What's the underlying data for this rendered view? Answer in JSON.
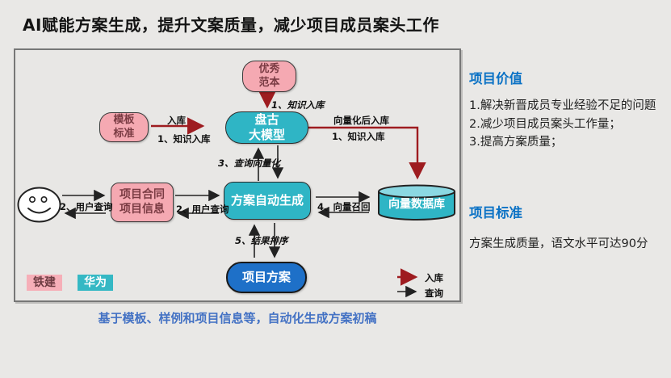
{
  "slide": {
    "title": "AI赋能方案生成，提升文案质量，减少项目成员案头工作"
  },
  "diagram": {
    "nodes": {
      "excellent_sample": [
        "优秀",
        "范本"
      ],
      "template_standard": [
        "模板",
        "标准"
      ],
      "pangu_model": [
        "盘古",
        "大模型"
      ],
      "project_info": [
        "项目合同",
        "项目信息"
      ],
      "auto_generate": "方案自动生成",
      "vector_db": "向量数据库",
      "project_proposal": "项目方案"
    },
    "labels": {
      "knowledge_in_top": "1、知识入库",
      "in_store": "入库",
      "knowledge_in_left": "1、知识入库",
      "vectorized_in_store": "向量化后入库",
      "knowledge_in_right": "1、知识入库",
      "query_vectorization": "3、查询向量化",
      "user_query_left": "2、用户查询",
      "user_query_mid": "2、用户查询",
      "vector_recall": "4、向量召回",
      "result_ranking": "5、结果排序"
    },
    "badges": {
      "tiejian": "铁建",
      "huawei": "华为"
    },
    "legend": {
      "in_store": "入库",
      "query": "查询"
    },
    "caption": "基于模板、样例和项目信息等，自动化生成方案初稿"
  },
  "sidebar": {
    "value_heading": "项目价值",
    "value_items": [
      "1.解决新晋成员专业经验不足的问题",
      "2.减少项目成员案头工作量；",
      "3.提高方案质量；"
    ],
    "standard_heading": "项目标准",
    "standard_text": "方案生成质量，语文水平可达90分"
  },
  "colors": {
    "background": "#E9E8E6",
    "node_pink": "#F5A9B2",
    "node_pink_text": "#7A3B43",
    "node_teal": "#2FB5C5",
    "cylinder_top": "#8BD8E2",
    "node_blue": "#1E70C8",
    "arrow_in": "#9E1C20",
    "arrow_query": "#222222",
    "sidebar_heading": "#0B72C5",
    "caption": "#4472C4"
  }
}
